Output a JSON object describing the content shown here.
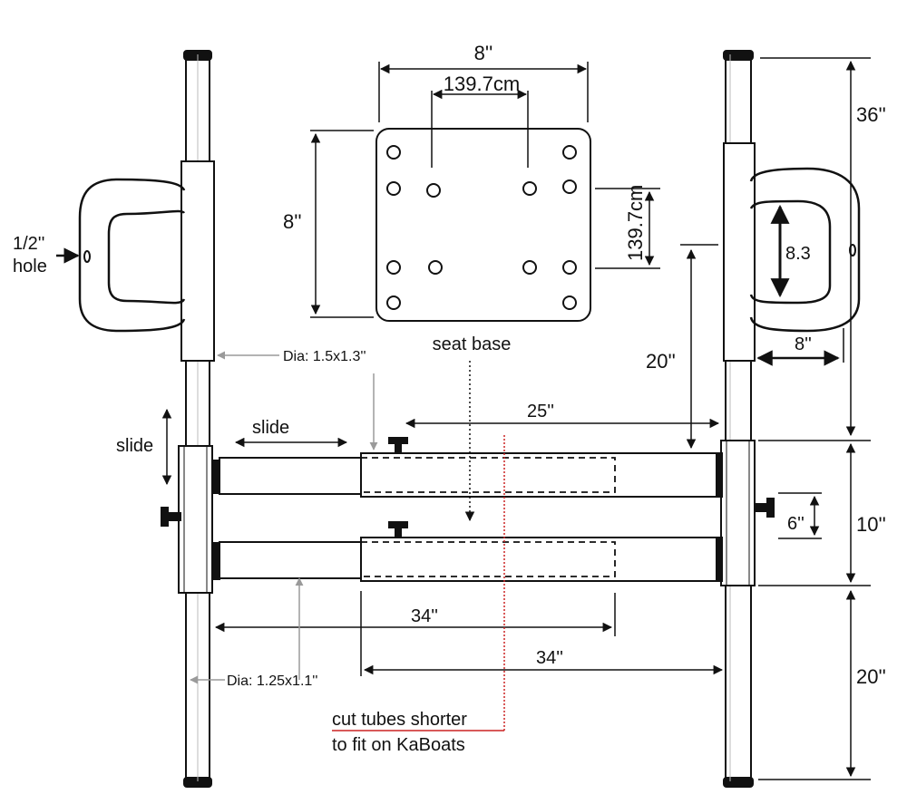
{
  "labels": {
    "plate_width": "8''",
    "hole_spacing_h": "139.7cm",
    "plate_height": "8''",
    "hole_spacing_v": "139.7cm",
    "half_inch": "1/2''",
    "hole": "hole",
    "dia_upper": "Dia: 1.5x1.3''",
    "dia_lower": "Dia: 1.25x1.1''",
    "seat_base": "seat base",
    "slide_left_vertical": "slide",
    "slide_horizontal": "slide",
    "span_25": "25''",
    "height_20_mid": "20''",
    "handle_height": "8.3",
    "handle_depth": "8''",
    "top_36": "36''",
    "mid_10": "10''",
    "bottom_20": "20''",
    "clamp_6": "6''",
    "inner_34": "34''",
    "outer_34": "34''",
    "cut_line1": "cut tubes shorter",
    "cut_line2": "to fit on KaBoats"
  },
  "colors": {
    "ink": "#111111",
    "leader_gray": "#9a9a9a",
    "cut_red": "#cc2222"
  }
}
